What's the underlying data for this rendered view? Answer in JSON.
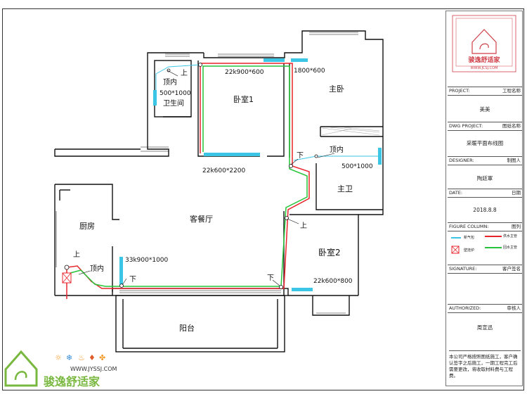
{
  "rooms": {
    "bedroom1": "卧室1",
    "master": "主卧",
    "bath": "卫生间",
    "master_bath": "主卫",
    "living": "客餐厅",
    "kitchen": "厨房",
    "bedroom2": "卧室2",
    "balcony": "阳台"
  },
  "radiators": {
    "r_bath": "500*1000",
    "r_bed1_top": "22k900*600",
    "r_master_top": "1800*600",
    "r_bed1_bottom": "22k600*2200",
    "r_master_bath": "500*1000",
    "r_living": "33k900*1000",
    "r_bed2": "22k600*800"
  },
  "markers": {
    "top_inside": "顶内",
    "up": "上",
    "down": "下"
  },
  "title_block": {
    "logo_text": "骏逸舒适家",
    "logo_url": "WWW.JCSJ.COM",
    "project_label": "PROJECT:",
    "project_name_label": "工程名称",
    "project_value": "美美",
    "dwg_label": "DWG PROJECT:",
    "dwg_name_label": "图纸名称",
    "dwg_value": "采暖平面布线图",
    "designer_label": "DESIGNER:",
    "designer_name_label": "制图人",
    "designer_value": "陶廷軍",
    "date_label": "DATE:",
    "date_name_label": "日期",
    "date_value": "2018.8.8",
    "figure_label": "FIGURE COLUMN:",
    "figure_name_label": "图列",
    "legend_1": "新气包",
    "legend_2": "供水主管",
    "legend_3": "壁挂炉",
    "legend_4": "回水主管",
    "signature_label": "SIGNATURE:",
    "signature_name_label": "客户签名",
    "authorized_label": "AUTHORIZED:",
    "authorized_name_label": "审核人",
    "authorized_value": "周宣迅",
    "note": "本公司严格按照图纸施工，客户确认签字之后施工，一期工程完工后需要更改，将收取材料费与工程费。"
  },
  "brand": {
    "url": "WWW.JYSSJ.COM",
    "name": "骏逸舒适家"
  },
  "colors": {
    "supply": "#e8242b",
    "return": "#27c43a",
    "radiator": "#3cc6e6",
    "wall": "#111111"
  }
}
